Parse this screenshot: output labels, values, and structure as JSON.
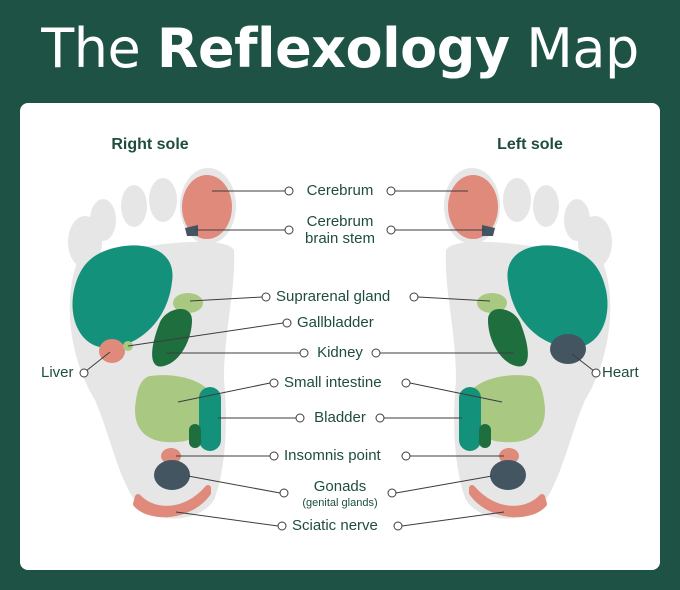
{
  "title": {
    "regular_1": "The",
    "bold": "Reflexology",
    "regular_2": "Map"
  },
  "soles": {
    "right": "Right sole",
    "left": "Left sole"
  },
  "labels": {
    "cerebrum": "Cerebrum",
    "brain_stem_1": "Cerebrum",
    "brain_stem_2": "brain stem",
    "suprarenal": "Suprarenal gland",
    "gallbladder": "Gallbladder",
    "kidney": "Kidney",
    "small_intestine": "Small intestine",
    "bladder": "Bladder",
    "insomnis": "Insomnis point",
    "gonads": "Gonads",
    "gonads_sub": "(genital glands)",
    "sciatic": "Sciatic nerve",
    "liver": "Liver",
    "heart": "Heart"
  },
  "colors": {
    "background": "#1e5245",
    "foot": "#e6e6e6",
    "cerebrum": "#e08a7c",
    "dark_green": "#1e6e3e",
    "teal": "#14917a",
    "light_green": "#a9c882",
    "slate": "#435560",
    "text": "#1e4d40",
    "line": "#3d3d3d"
  }
}
